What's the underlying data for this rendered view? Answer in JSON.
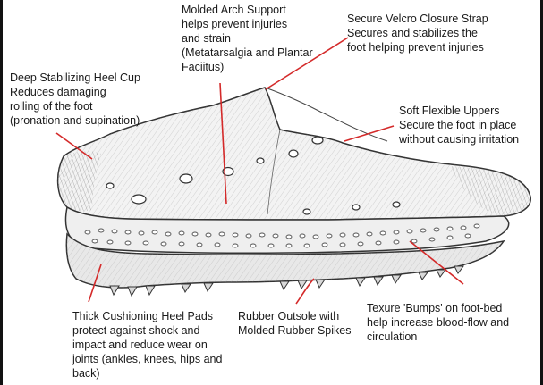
{
  "colors": {
    "leader_line": "#d42a2a",
    "text": "#1a1a1a",
    "sketch": "#333333"
  },
  "callouts": {
    "arch_support": {
      "lines": [
        "Molded Arch Support",
        "helps prevent injuries",
        "and strain",
        "(Metatarsalgia and Plantar",
        "Faciitus)"
      ]
    },
    "velcro_strap": {
      "lines": [
        "Secure Velcro Closure Strap",
        "Secures and stabilizes the",
        "foot helping prevent injuries"
      ]
    },
    "heel_cup": {
      "lines": [
        "Deep Stabilizing Heel Cup",
        "Reduces damaging",
        "rolling of the foot",
        "(pronation and supination)"
      ]
    },
    "uppers": {
      "lines": [
        "Soft Flexible Uppers",
        "Secure the foot in place",
        "without causing irritation"
      ]
    },
    "heel_pads": {
      "lines": [
        "Thick Cushioning Heel Pads",
        "protect against shock and",
        "impact and reduce wear on",
        "joints (ankles, knees, hips and",
        "back)"
      ]
    },
    "outsole": {
      "lines": [
        "Rubber Outsole with",
        "Molded Rubber Spikes"
      ]
    },
    "bumps": {
      "lines": [
        "Texure 'Bumps' on foot-bed",
        "help increase blood-flow and",
        "circulation"
      ]
    }
  }
}
